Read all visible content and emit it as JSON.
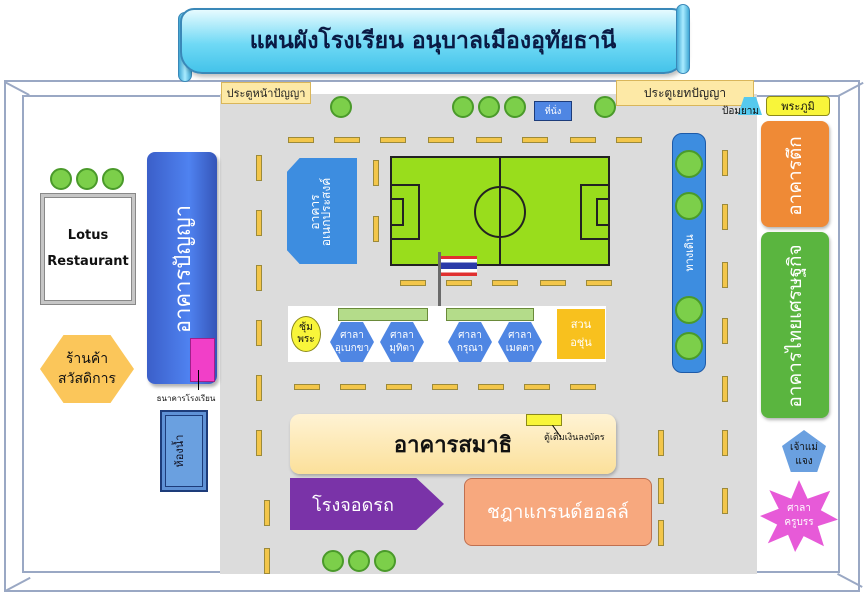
{
  "title": "แผนผังโรงเรียน อนุบาลเมืองอุทัยธานี",
  "gates": {
    "panya_gate": "ประตูหน้าปัญญา",
    "exit_gate": "ประตูเยทปัญญา"
  },
  "buildings": {
    "lotus_line1": "Lotus",
    "lotus_line2": "Restaurant",
    "welfare_line1": "ร้านค้า",
    "welfare_line2": "สวัสดิการ",
    "panya": "อาคารปัญญา",
    "bank": "ธนาคารโรงเรียน",
    "restroom": "ห้องน้ำ",
    "multi_line1": "อาคาร",
    "multi_line2": "อเนกประสงค์",
    "guard": "ป้อมยาม",
    "phra_phum": "พระภูมิ",
    "tuk": "อาคารตึก",
    "thai_setthakij": "อาคารไทยเศรษฐกิจ",
    "jao_mae_line1": "เจ้าแม่",
    "jao_mae_line2": "แจง",
    "sala_khru_line1": "ศาลา",
    "sala_khru_line2": "ครูบรร",
    "lane": "ทางเดิน",
    "samathi": "อาคารสมาธิ",
    "card_reader": "ตู้เติมเงินลงบัตร",
    "parking": "โรงจอดรถ",
    "grand_hall": "ชฎาแกรนด์ฮอลล์",
    "sum_phra_line1": "ซุ้ม",
    "sum_phra_line2": "พระ",
    "suan_line1": "สวน",
    "suan_line2": "อชุ่น",
    "kiosk": "ที่นั่ง"
  },
  "salas": [
    {
      "line1": "ศาลา",
      "line2": "อุเบกขา"
    },
    {
      "line1": "ศาลา",
      "line2": "มุทิตา"
    },
    {
      "line1": "ศาลา",
      "line2": "กรุณา"
    },
    {
      "line1": "ศาลา",
      "line2": "เมตตา"
    }
  ],
  "colors": {
    "accent_blue": "#4f82f0",
    "field_green": "#99dd1c",
    "road_gray": "#dcdcdc",
    "tree_green": "#7ccf4a"
  }
}
